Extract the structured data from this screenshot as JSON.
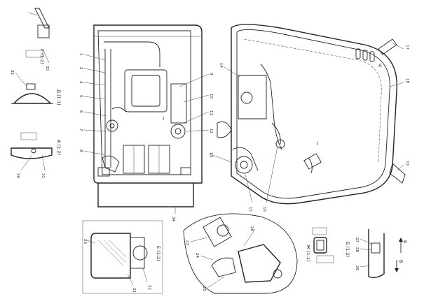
{
  "views": {
    "g": "Г (1:2)",
    "d": "Д (1:1)",
    "a": "А (1:2)",
    "e": "Е (1:2)",
    "zh": "Ж (1:1)",
    "b": "Б (1:2)"
  },
  "markers": {
    "v1": "I",
    "v2": "I",
    "arrow_b": "Б",
    "arrow_v": "В",
    "arrow_a": "А"
  },
  "callouts": [
    "1",
    "2",
    "4",
    "5",
    "6",
    "7",
    "8",
    "9",
    "10",
    "11",
    "12",
    "13",
    "14",
    "15",
    "16",
    "17",
    "18",
    "19",
    "20",
    "21",
    "22",
    "23",
    "24",
    "25",
    "26",
    "27",
    "28",
    "29",
    "30",
    "31",
    "32",
    "33",
    "34"
  ]
}
